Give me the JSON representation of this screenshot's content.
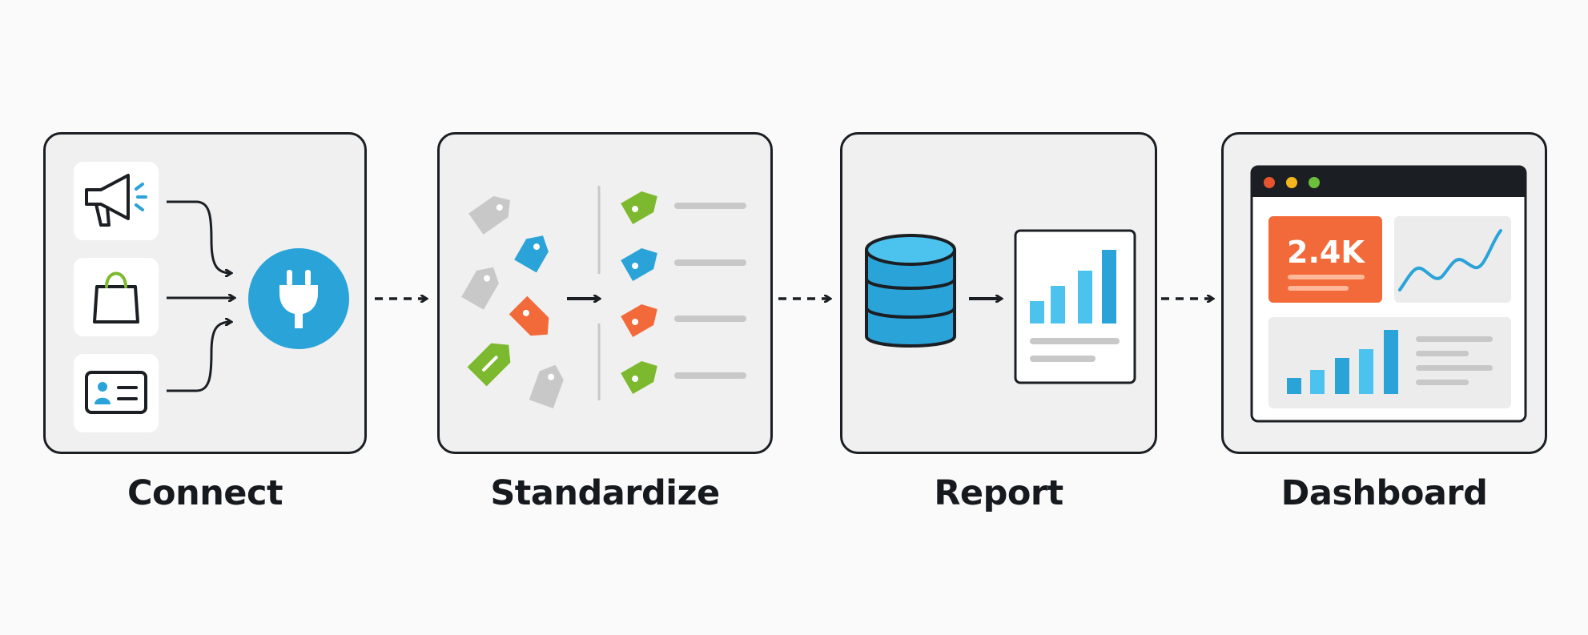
{
  "steps": [
    {
      "label": "Connect"
    },
    {
      "label": "Standardize"
    },
    {
      "label": "Report"
    },
    {
      "label": "Dashboard"
    }
  ],
  "dashboard": {
    "kpi_value": "2.4K"
  },
  "colors": {
    "blue": "#2aa3d8",
    "light_blue": "#4cc3ee",
    "orange": "#f26a3a",
    "green": "#7db92e",
    "gray": "#c8c8c8",
    "outline": "#1b1f23",
    "panel": "#f0f0f0",
    "dot_red": "#e8542d",
    "dot_yellow": "#f5b51e",
    "dot_green": "#6cbf3a"
  },
  "icons": [
    "megaphone-icon",
    "shopping-bag-icon",
    "id-card-icon",
    "plug-icon",
    "tag-icon",
    "database-icon",
    "bar-chart-icon",
    "line-chart-icon"
  ]
}
